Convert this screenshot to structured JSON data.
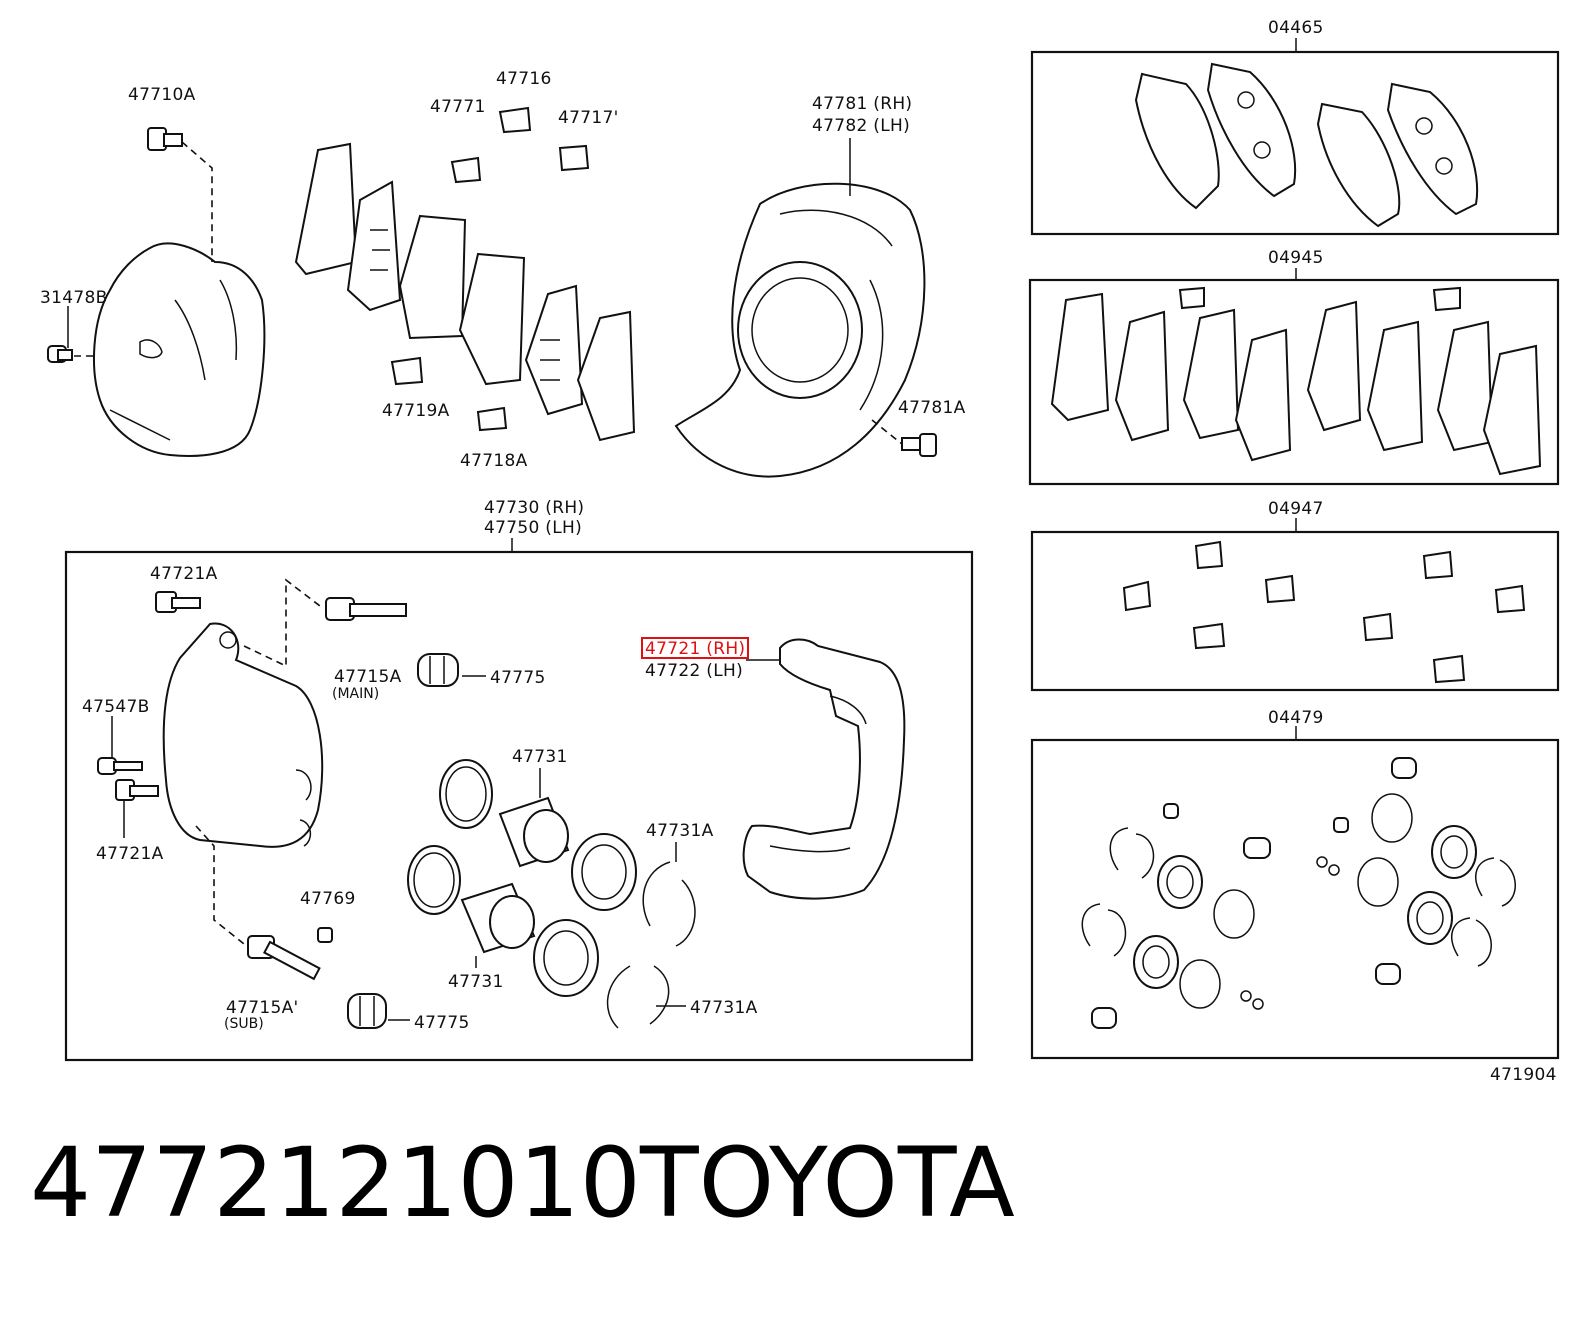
{
  "labels": {
    "p47710A": "47710A",
    "p31478B": "31478B",
    "p47771": "47771",
    "p47716": "47716",
    "p47717": "47717'",
    "p47719A": "47719A",
    "p47718A": "47718A",
    "p47781_rh": "47781 (RH)",
    "p47782_lh": "47782 (LH)",
    "p47781A": "47781A",
    "p47730_rh": "47730 (RH)",
    "p47750_lh": "47750 (LH)",
    "p47721A_top": "47721A",
    "p47715A": "47715A",
    "p47715A_note": "(MAIN)",
    "p47775_top": "47775",
    "p47721_rh": "47721 (RH)",
    "p47722_lh": "47722 (LH)",
    "p47547B": "47547B",
    "p47721A_bottom": "47721A",
    "p47731_top": "47731",
    "p47731A_top": "47731A",
    "p47769": "47769",
    "p47731_bottom": "47731",
    "p47715A_sub": "47715A'",
    "p47715A_sub_note": "(SUB)",
    "p47775_bottom": "47775",
    "p47731A_bottom": "47731A"
  },
  "kits": {
    "k04465": "04465",
    "k04945": "04945",
    "k04947": "04947",
    "k04479": "04479"
  },
  "illustration_id": "471904",
  "caption": {
    "part_number": "4772121010",
    "brand": "TOYOTA"
  },
  "highlight_color": "#dd1111"
}
